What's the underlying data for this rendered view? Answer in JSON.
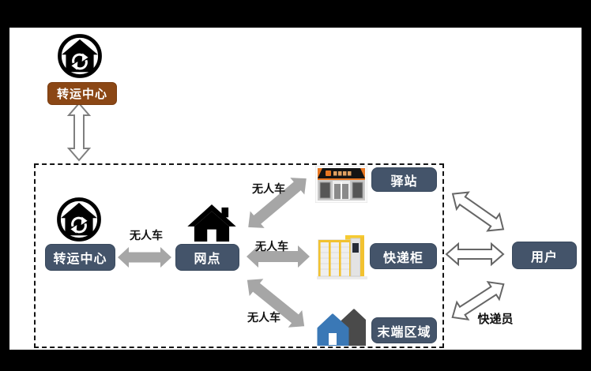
{
  "nodes": {
    "outer_transfer_center": {
      "label": "转运中心"
    },
    "inner_transfer_center": {
      "label": "转运中心"
    },
    "network_point": {
      "label": "网点"
    },
    "station": {
      "label": "驿站"
    },
    "parcel_locker": {
      "label": "快递柜"
    },
    "end_area": {
      "label": "末端区域"
    },
    "user": {
      "label": "用户"
    }
  },
  "edge_labels": {
    "unmanned_vehicle": "无人车",
    "courier": "快递员"
  },
  "icons": {
    "outer_transfer_center": "house-sync-icon",
    "inner_transfer_center": "house-sync-icon",
    "network_point": "home-icon",
    "station": "storefront-photo-icon",
    "parcel_locker": "parcel-locker-photo-icon",
    "end_area": "houses-icon"
  },
  "colors": {
    "node_dark": "#44546A",
    "node_brown": "#8B4715",
    "solid_arrow": "#A6A6A6",
    "outline_arrow_stroke": "#666666",
    "house_blue": "#3A78B6",
    "house_gray": "#4A4A4A",
    "locker_yellow": "#F2C230",
    "store_orange": "#E87722"
  }
}
